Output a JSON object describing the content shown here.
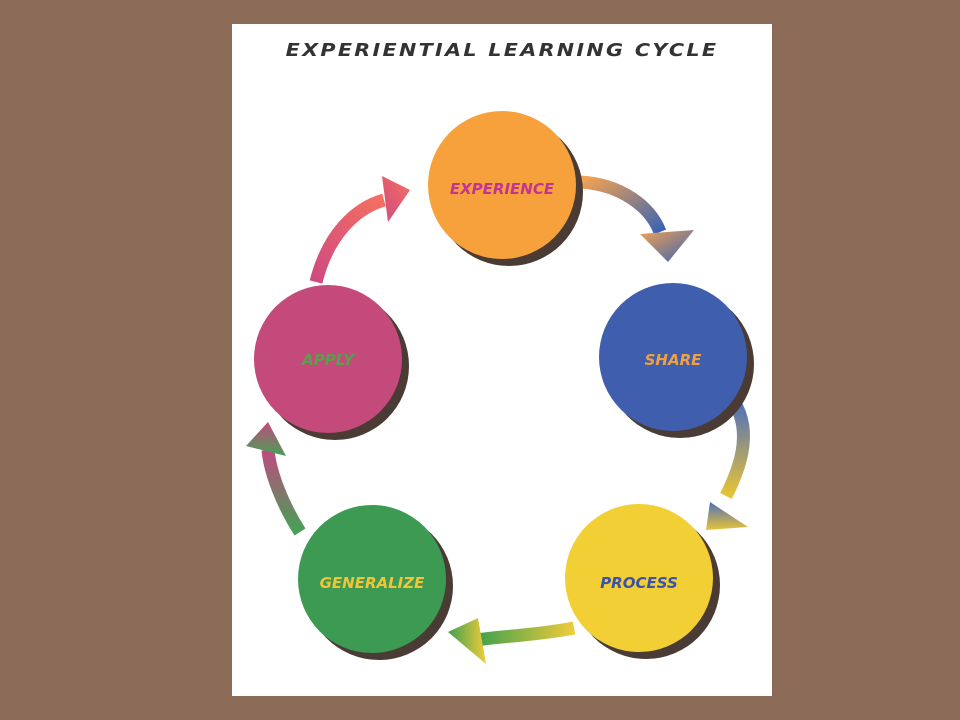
{
  "title": "EXPERIENTIAL LEARNING CYCLE",
  "nodes": [
    {
      "label": "EXPERIENCE",
      "fill": "#f7a13c",
      "text_color": "#c2358f"
    },
    {
      "label": "SHARE",
      "fill": "#3f5fae",
      "text_color": "#f0a040"
    },
    {
      "label": "PROCESS",
      "fill": "#f2cf35",
      "text_color": "#3a52a8"
    },
    {
      "label": "GENERALIZE",
      "fill": "#3d9a52",
      "text_color": "#f2c43a"
    },
    {
      "label": "APPLY",
      "fill": "#c44a7c",
      "text_color": "#5aa04c"
    }
  ],
  "arrow_colors": [
    [
      "#f2a252",
      "#3a63b3"
    ],
    [
      "#4f6fbb",
      "#e8c437"
    ],
    [
      "#f0cc3a",
      "#3fa04e"
    ],
    [
      "#46a155",
      "#c14a80"
    ],
    [
      "#d04a80",
      "#f47060"
    ]
  ]
}
